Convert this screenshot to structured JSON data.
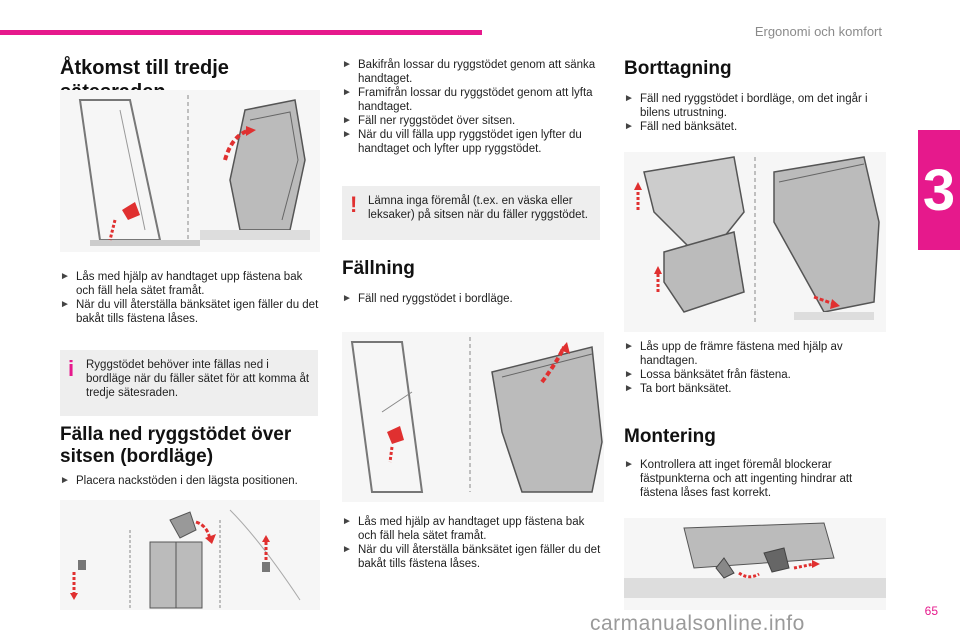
{
  "header": {
    "section": "Ergonomi och komfort",
    "chapter": "3",
    "page": "65"
  },
  "watermark": "carmanualsonline.info",
  "col1": {
    "title": "Åtkomst till tredje sätesraden",
    "bullets": [
      "Lås med hjälp av handtaget upp fästena bak och fäll hela sätet framåt.",
      "När du vill återställa bänksätet igen fäller du det bakåt tills fästena låses."
    ],
    "note": "Ryggstödet behöver inte fällas ned i bordläge när du fäller sätet för att komma åt tredje sätesraden.",
    "subtitle_line1": "Fälla ned ryggstödet över",
    "subtitle_line2": "sitsen (bordläge)",
    "bullets2": [
      "Placera nackstöden i den lägsta positionen."
    ]
  },
  "col2": {
    "bullets": [
      "Bakifrån lossar du ryggstödet genom att sänka handtaget.",
      "Framifrån lossar du ryggstödet genom att lyfta handtaget.",
      "Fäll ner ryggstödet över sitsen.",
      "När du vill fälla upp ryggstödet igen lyfter du handtaget och lyfter upp ryggstödet."
    ],
    "warning": "Lämna inga föremål (t.ex. en väska eller leksaker) på sitsen när du fäller ryggstödet.",
    "title": "Fällning",
    "bullets2": [
      "Fäll ned ryggstödet i bordläge."
    ],
    "bullets3": [
      "Lås med hjälp av handtaget upp fästena bak och fäll hela sätet framåt.",
      "När du vill återställa bänksätet igen fäller du det bakåt tills fästena låses."
    ]
  },
  "col3": {
    "title": "Borttagning",
    "bullets": [
      "Fäll ned ryggstödet i bordläge, om det ingår i bilens utrustning.",
      "Fäll ned bänksätet."
    ],
    "bullets2": [
      "Lås upp de främre fästena med hjälp av handtagen.",
      "Lossa bänksätet från fästena.",
      "Ta bort bänksätet."
    ],
    "title2": "Montering",
    "bullets3": [
      "Kontrollera att inget föremål blockerar fästpunkterna och att ingenting hindrar att fästena låses fast korrekt."
    ]
  },
  "icons": {
    "bullet": "arrow-bullet-icon",
    "info": "info-icon",
    "warning": "warning-icon"
  },
  "colors": {
    "accent": "#e6198c",
    "note_bg": "#eeeeee",
    "arrow": "#e03030"
  }
}
